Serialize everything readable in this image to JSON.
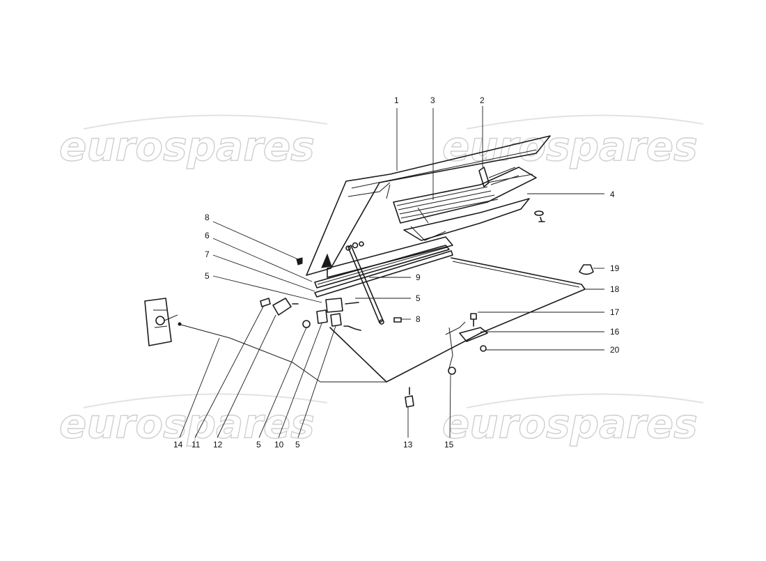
{
  "watermark": {
    "text": "eurospares",
    "color": "#cfcfcf"
  },
  "callouts": [
    {
      "id": "c1",
      "label": "1"
    },
    {
      "id": "c3",
      "label": "3"
    },
    {
      "id": "c2",
      "label": "2"
    },
    {
      "id": "c4",
      "label": "4"
    },
    {
      "id": "c19",
      "label": "19"
    },
    {
      "id": "c18",
      "label": "18"
    },
    {
      "id": "c17",
      "label": "17"
    },
    {
      "id": "c16",
      "label": "16"
    },
    {
      "id": "c20",
      "label": "20"
    },
    {
      "id": "c9",
      "label": "9"
    },
    {
      "id": "c5r",
      "label": "5"
    },
    {
      "id": "c8r",
      "label": "8"
    },
    {
      "id": "c8l",
      "label": "8"
    },
    {
      "id": "c6",
      "label": "6"
    },
    {
      "id": "c7",
      "label": "7"
    },
    {
      "id": "c5l",
      "label": "5"
    },
    {
      "id": "c14",
      "label": "14"
    },
    {
      "id": "c11",
      "label": "11"
    },
    {
      "id": "c12",
      "label": "12"
    },
    {
      "id": "c5b",
      "label": "5"
    },
    {
      "id": "c10",
      "label": "10"
    },
    {
      "id": "c5c",
      "label": "5"
    },
    {
      "id": "c13",
      "label": "13"
    },
    {
      "id": "c15",
      "label": "15"
    }
  ]
}
